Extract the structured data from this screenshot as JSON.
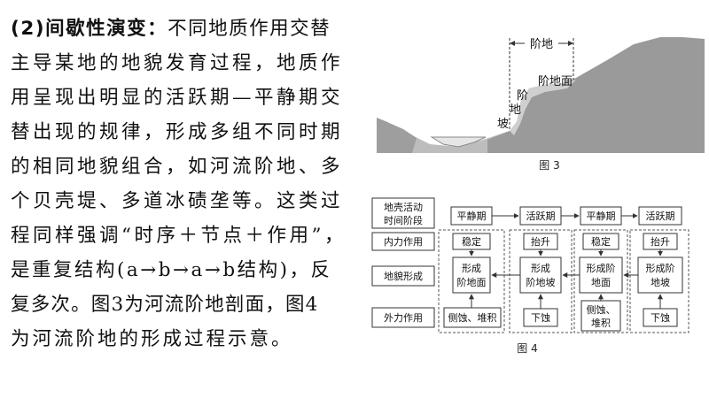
{
  "text": {
    "heading": "(2)间歇性演变：",
    "lines": [
      "不同地质作用交替",
      "主导某地的地貌发育过程，地质作",
      "用呈现出明显的活跃期—平静期交",
      "替出现的规律，形成多组不同时期",
      "的相同地貌组合，如河流阶地、多",
      "个贝壳堤、多道冰碛垄等。这类过",
      "程同样强调“时序＋节点＋作用”，",
      "是重复结构(a→b→a→b结构)，反",
      "复多次。图3为河流阶地剖面，图4",
      "为河流阶地的形成过程示意。"
    ]
  },
  "fig3": {
    "caption": "图 3",
    "label_terrace": "阶地",
    "label_terrace_surface": "阶地面",
    "label_scarp_chars": [
      "阶",
      "地",
      "坡"
    ]
  },
  "fig4": {
    "caption": "图 4",
    "row_labels": [
      "地壳活动时间阶段",
      "内力作用",
      "地貌形成",
      "外力作用"
    ],
    "row_label_line1": "地壳活动",
    "row_label_line2": "时间阶段",
    "phases": [
      "平静期",
      "活跃期",
      "平静期",
      "活跃期"
    ],
    "internal": [
      "稳定",
      "抬升",
      "稳定",
      "抬升"
    ],
    "landform": [
      [
        "形成",
        "阶地面"
      ],
      [
        "形成",
        "阶地坡"
      ],
      [
        "形成阶",
        "地面"
      ],
      [
        "形成阶",
        "地坡"
      ]
    ],
    "external": [
      [
        "侧蚀、堆积"
      ],
      [
        "下蚀"
      ],
      [
        "侧蚀、",
        "堆积"
      ],
      [
        "下蚀"
      ]
    ]
  }
}
